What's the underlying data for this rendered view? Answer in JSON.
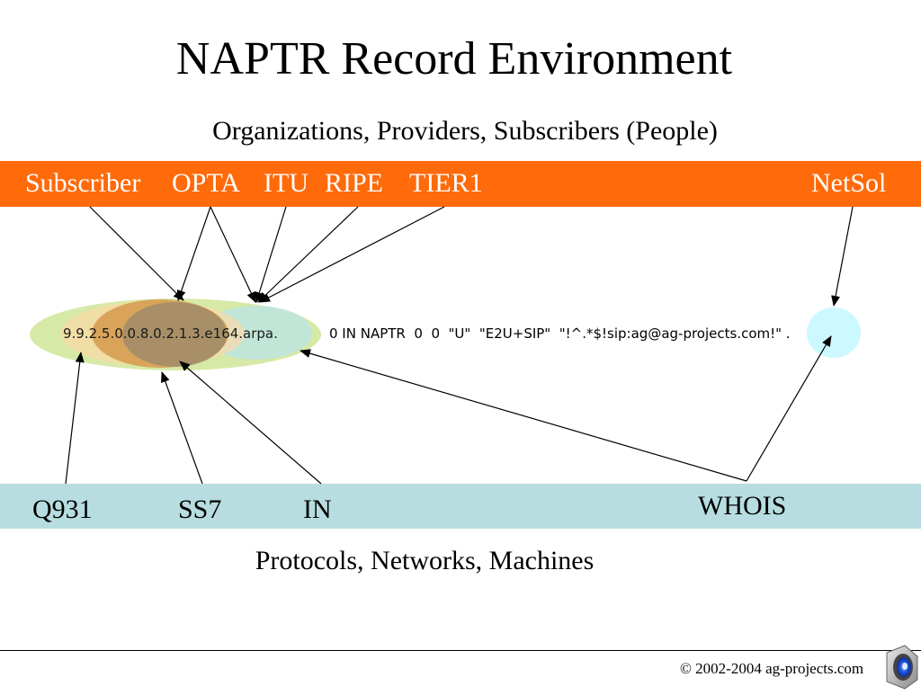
{
  "title": "NAPTR Record Environment",
  "subtitle": "Organizations, Providers, Subscribers (People)",
  "top_bar": {
    "color": "#ff6a0a",
    "labels": [
      "Subscriber",
      "OPTA",
      "ITU",
      "RIPE",
      "TIER1",
      "NetSol"
    ]
  },
  "record": {
    "domain": "9.9.2.5.0.0.8.0.2.1.3.e164.arpa.",
    "rest": "0 IN NAPTR  0  0  \"U\"  \"E2U+SIP\"  \"!^.*$!sip:ag@ag-projects.com!\" ."
  },
  "bottom_bar": {
    "color": "#b7dde0",
    "labels": [
      "Q931",
      "SS7",
      "IN",
      "WHOIS"
    ]
  },
  "bottom_caption": "Protocols, Networks, Machines",
  "footer": {
    "copyright": "© 2002-2004 ag-projects.com",
    "icon": "speaker-icon"
  }
}
